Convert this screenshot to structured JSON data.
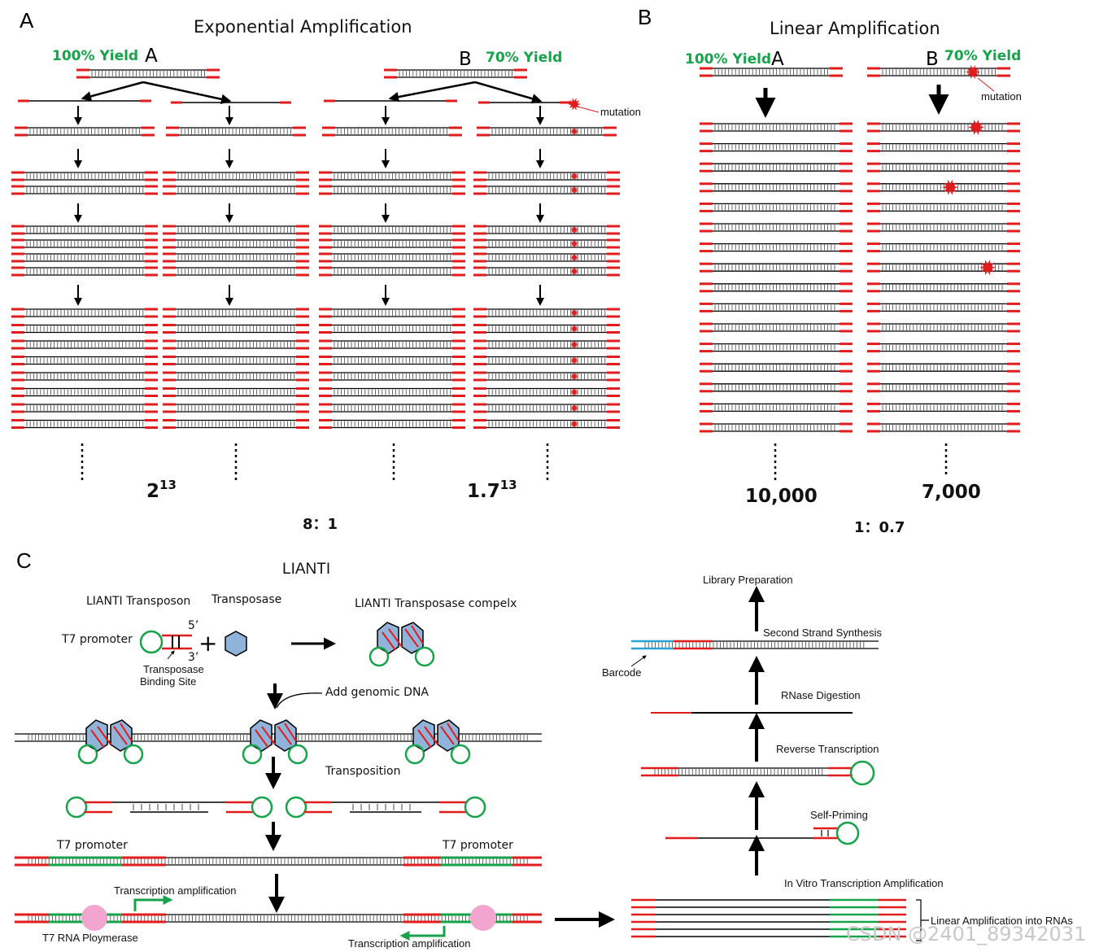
{
  "panel_a": {
    "letter": "A",
    "title": "Exponential Amplification",
    "left": {
      "yield": "100% Yield",
      "label": "A",
      "count_base": "2",
      "count_exp": "13"
    },
    "right": {
      "yield": "70% Yield",
      "label": "B",
      "count_base": "1.7",
      "count_exp": "13",
      "mutation": "mutation"
    },
    "ratio": "8：1"
  },
  "panel_b": {
    "letter": "B",
    "title": "Linear Amplification",
    "left": {
      "yield": "100% Yield",
      "label": "A",
      "count": "10,000"
    },
    "right": {
      "yield": "70% Yield",
      "label": "B",
      "count": "7,000",
      "mutation": "mutation"
    },
    "ratio": "1：0.7"
  },
  "panel_c": {
    "letter": "C",
    "title": "LIANTI",
    "transposon": "LIANTI Transposon",
    "transposase": "Transposase",
    "complex": "LIANTI Transposase compelx",
    "t7_promoter": "T7 promoter",
    "five_prime": "5’",
    "three_prime": "3’",
    "binding_site_1": "Transposase",
    "binding_site_2": "Binding Site",
    "add_dna": "Add genomic DNA",
    "transposition": "Transposition",
    "t7_promoter_left": "T7 promoter",
    "t7_promoter_right": "T7 promoter",
    "transcription_top": "Transcription amplification",
    "transcription_bottom": "Transcription amplification",
    "polymerase": "T7 RNA Ploymerase",
    "ivt": "In Vitro Transcription Amplification",
    "linear_rna": "Linear Amplification into RNAs",
    "self_priming": "Self-Priming",
    "reverse_transcription": "Reverse Transcription",
    "rnase": "RNase Digestion",
    "second_strand": "Second Strand Synthesis",
    "barcode": "Barcode",
    "library": "Library Preparation"
  },
  "watermark": "CSDN @2401_89342031",
  "colors": {
    "red": "#e11d1d",
    "green": "#16a34a",
    "blue_hex": "#8fb3d9",
    "pink": "#f2a6cf",
    "barcode_blue": "#29a3d6"
  }
}
